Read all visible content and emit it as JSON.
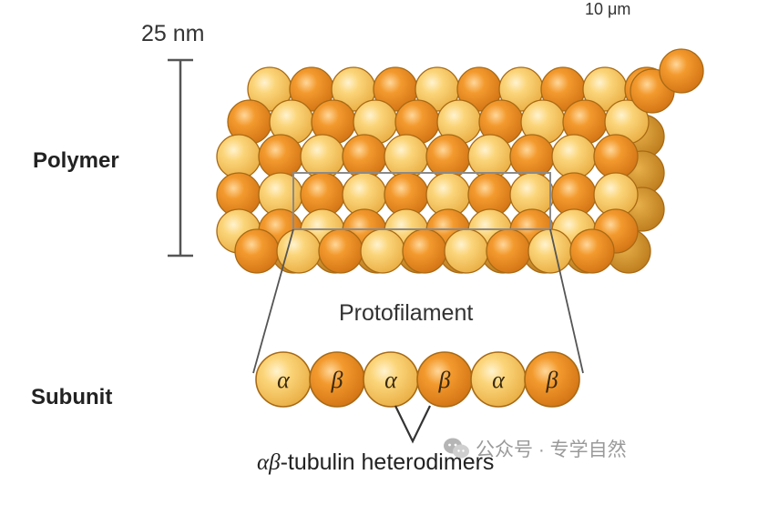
{
  "labels": {
    "scale": "25 nm",
    "polymer": "Polymer",
    "protofilament": "Protofilament",
    "subunit": "Subunit",
    "heterodimer_alpha": "α",
    "heterodimer_beta": "β",
    "heterodimer_suffix": "-tubulin heterodimers",
    "top_cut": "10 μm"
  },
  "subunits": [
    "α",
    "β",
    "α",
    "β",
    "α",
    "β"
  ],
  "watermark": {
    "text": "公众号 · 专学自然",
    "icon": "wechat-icon"
  },
  "colors": {
    "alpha": "#f6c55f",
    "beta": "#ef8f22",
    "alpha_light": "#fde3a0",
    "beta_dark": "#d4741a",
    "outline": "#a86a14",
    "line": "#555555",
    "box": "#8a8a8a"
  }
}
